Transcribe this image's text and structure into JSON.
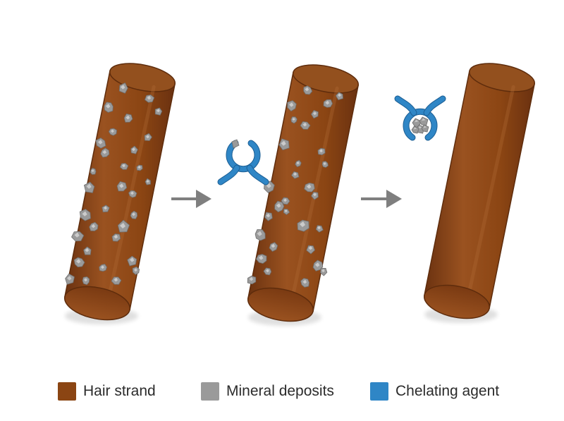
{
  "colors": {
    "hair": "#8b4513",
    "hair_dark": "#5e2c0c",
    "hair_light": "#a8602a",
    "mineral": "#9a9a9a",
    "mineral_light": "#d4d4d4",
    "mineral_dark": "#6f6f6f",
    "chelator": "#2f86c6",
    "chelator_dark": "#1d5f94",
    "arrow": "#7f7f7f"
  },
  "stages": [
    {
      "name": "hair-with-deposits",
      "deposits": "many"
    },
    {
      "name": "chelator-binding",
      "deposits": "many"
    },
    {
      "name": "clean-hair",
      "deposits": "none"
    }
  ],
  "icons": [
    "hair-strand-icon",
    "mineral-deposit-icon",
    "chelating-agent-icon",
    "arrow-right-icon"
  ],
  "legend": {
    "items": [
      {
        "label": "Hair strand",
        "color": "#8b4513"
      },
      {
        "label": "Mineral deposits",
        "color": "#9a9a9a"
      },
      {
        "label": "Chelating agent",
        "color": "#2f86c6"
      }
    ]
  }
}
